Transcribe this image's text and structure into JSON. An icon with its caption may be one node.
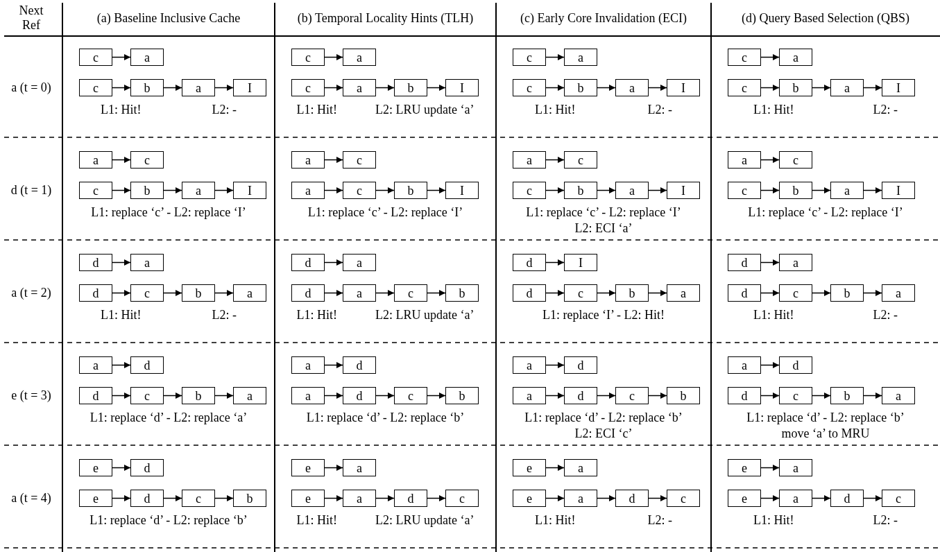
{
  "diagram": {
    "nodes": [
      {
        "text": [
          "c"
        ]
      },
      {
        "text": [
          "a"
        ]
      },
      {
        "text": [
          "c"
        ]
      },
      {
        "text": [
          "b"
        ]
      },
      {
        "text": [
          "a"
        ]
      },
      {
        "text": [
          "I"
        ]
      },
      {
        "text": [
          "c"
        ]
      },
      {
        "text": [
          "a"
        ]
      },
      {
        "text": [
          "c"
        ]
      },
      {
        "text": [
          "a"
        ]
      },
      {
        "text": [
          "b"
        ]
      },
      {
        "text": [
          "I"
        ]
      },
      {
        "text": [
          "c"
        ]
      },
      {
        "text": [
          "a"
        ]
      },
      {
        "text": [
          "c"
        ]
      },
      {
        "text": [
          "b"
        ]
      },
      {
        "text": [
          "a"
        ]
      },
      {
        "text": [
          "I"
        ]
      },
      {
        "text": [
          "c"
        ]
      },
      {
        "text": [
          "a"
        ]
      },
      {
        "text": [
          "c"
        ]
      },
      {
        "text": [
          "b"
        ]
      },
      {
        "text": [
          "a"
        ]
      },
      {
        "text": [
          "I"
        ]
      },
      {
        "text": [
          "a"
        ]
      },
      {
        "text": [
          "c"
        ]
      },
      {
        "text": [
          "c"
        ]
      },
      {
        "text": [
          "b"
        ]
      },
      {
        "text": [
          "a"
        ]
      },
      {
        "text": [
          "I"
        ]
      },
      {
        "text": [
          "a"
        ]
      },
      {
        "text": [
          "c"
        ]
      },
      {
        "text": [
          "a"
        ]
      },
      {
        "text": [
          "c"
        ]
      },
      {
        "text": [
          "b"
        ]
      },
      {
        "text": [
          "I"
        ]
      },
      {
        "text": [
          "a"
        ]
      },
      {
        "text": [
          "c"
        ]
      },
      {
        "text": [
          "c"
        ]
      },
      {
        "text": [
          "b"
        ]
      },
      {
        "text": [
          "a"
        ]
      },
      {
        "text": [
          "I"
        ]
      },
      {
        "text": [
          "a"
        ]
      },
      {
        "text": [
          "c"
        ]
      },
      {
        "text": [
          "c"
        ]
      },
      {
        "text": [
          "b"
        ]
      },
      {
        "text": [
          "a"
        ]
      },
      {
        "text": [
          "I"
        ]
      },
      {
        "text": [
          "d"
        ]
      },
      {
        "text": [
          "a"
        ]
      },
      {
        "text": [
          "d"
        ]
      },
      {
        "text": [
          "c"
        ]
      },
      {
        "text": [
          "b"
        ]
      },
      {
        "text": [
          "a"
        ]
      },
      {
        "text": [
          "d"
        ]
      },
      {
        "text": [
          "a"
        ]
      },
      {
        "text": [
          "d"
        ]
      },
      {
        "text": [
          "a"
        ]
      },
      {
        "text": [
          "c"
        ]
      },
      {
        "text": [
          "b"
        ]
      },
      {
        "text": [
          "d"
        ]
      },
      {
        "text": [
          "I"
        ]
      },
      {
        "text": [
          "d"
        ]
      },
      {
        "text": [
          "c"
        ]
      },
      {
        "text": [
          "b"
        ]
      },
      {
        "text": [
          "a"
        ]
      },
      {
        "text": [
          "d"
        ]
      },
      {
        "text": [
          "a"
        ]
      },
      {
        "text": [
          "d"
        ]
      },
      {
        "text": [
          "c"
        ]
      },
      {
        "text": [
          "b"
        ]
      },
      {
        "text": [
          "a"
        ]
      },
      {
        "text": [
          "a"
        ]
      },
      {
        "text": [
          "d"
        ]
      },
      {
        "text": [
          "d"
        ]
      },
      {
        "text": [
          "c"
        ]
      },
      {
        "text": [
          "b"
        ]
      },
      {
        "text": [
          "a"
        ]
      },
      {
        "text": [
          "a"
        ]
      },
      {
        "text": [
          "d"
        ]
      },
      {
        "text": [
          "a"
        ]
      },
      {
        "text": [
          "d"
        ]
      },
      {
        "text": [
          "c"
        ]
      },
      {
        "text": [
          "b"
        ]
      },
      {
        "text": [
          "a"
        ]
      },
      {
        "text": [
          "d"
        ]
      },
      {
        "text": [
          "a"
        ]
      },
      {
        "text": [
          "d"
        ]
      },
      {
        "text": [
          "c"
        ]
      },
      {
        "text": [
          "b"
        ]
      },
      {
        "text": [
          "a"
        ]
      },
      {
        "text": [
          "d"
        ]
      },
      {
        "text": [
          "d"
        ]
      },
      {
        "text": [
          "c"
        ]
      },
      {
        "text": [
          "b"
        ]
      },
      {
        "text": [
          "a"
        ]
      },
      {
        "text": [
          "e"
        ]
      },
      {
        "text": [
          "d"
        ]
      },
      {
        "text": [
          "e"
        ]
      },
      {
        "text": [
          "d"
        ]
      },
      {
        "text": [
          "c"
        ]
      },
      {
        "text": [
          "b"
        ]
      },
      {
        "text": [
          "e"
        ]
      },
      {
        "text": [
          "a"
        ]
      },
      {
        "text": [
          "e"
        ]
      },
      {
        "text": [
          "a"
        ]
      },
      {
        "text": [
          "d"
        ]
      },
      {
        "text": [
          "c"
        ]
      },
      {
        "text": [
          "e"
        ]
      },
      {
        "text": [
          "a"
        ]
      },
      {
        "text": [
          "e"
        ]
      },
      {
        "text": [
          "a"
        ]
      },
      {
        "text": [
          "d"
        ]
      },
      {
        "text": [
          "c"
        ]
      },
      {
        "text": [
          "e"
        ]
      },
      {
        "text": [
          "a"
        ]
      },
      {
        "text": [
          "e"
        ]
      },
      {
        "text": [
          "a"
        ]
      },
      {
        "text": [
          "d"
        ]
      },
      {
        "text": [
          "c"
        ]
      }
    ],
    "edges": [
      {
        "from": 0,
        "to": 1,
        "arrow": "to"
      },
      {
        "from": 2,
        "to": 3,
        "arrow": "to"
      },
      {
        "from": 3,
        "to": 4,
        "arrow": "to"
      },
      {
        "from": 4,
        "to": 5,
        "arrow": "to"
      },
      {
        "from": 6,
        "to": 7,
        "arrow": "to"
      },
      {
        "from": 8,
        "to": 9,
        "arrow": "to"
      },
      {
        "from": 9,
        "to": 10,
        "arrow": "to"
      },
      {
        "from": 10,
        "to": 11,
        "arrow": "to"
      },
      {
        "from": 12,
        "to": 13,
        "arrow": "to"
      },
      {
        "from": 14,
        "to": 15,
        "arrow": "to"
      },
      {
        "from": 15,
        "to": 16,
        "arrow": "to"
      },
      {
        "from": 16,
        "to": 17,
        "arrow": "to"
      },
      {
        "from": 18,
        "to": 19,
        "arrow": "to"
      },
      {
        "from": 20,
        "to": 21,
        "arrow": "to"
      },
      {
        "from": 21,
        "to": 22,
        "arrow": "to"
      },
      {
        "from": 22,
        "to": 23,
        "arrow": "to"
      },
      {
        "from": 24,
        "to": 25,
        "arrow": "to"
      },
      {
        "from": 26,
        "to": 27,
        "arrow": "to"
      },
      {
        "from": 27,
        "to": 28,
        "arrow": "to"
      },
      {
        "from": 28,
        "to": 29,
        "arrow": "to"
      },
      {
        "from": 30,
        "to": 31,
        "arrow": "to"
      },
      {
        "from": 32,
        "to": 33,
        "arrow": "to"
      },
      {
        "from": 33,
        "to": 34,
        "arrow": "to"
      },
      {
        "from": 34,
        "to": 35,
        "arrow": "to"
      },
      {
        "from": 36,
        "to": 37,
        "arrow": "to"
      },
      {
        "from": 38,
        "to": 39,
        "arrow": "to"
      },
      {
        "from": 39,
        "to": 40,
        "arrow": "to"
      },
      {
        "from": 40,
        "to": 41,
        "arrow": "to"
      },
      {
        "from": 42,
        "to": 43,
        "arrow": "to"
      },
      {
        "from": 44,
        "to": 45,
        "arrow": "to"
      },
      {
        "from": 45,
        "to": 46,
        "arrow": "to"
      },
      {
        "from": 46,
        "to": 47,
        "arrow": "to"
      },
      {
        "from": 48,
        "to": 49,
        "arrow": "to"
      },
      {
        "from": 50,
        "to": 51,
        "arrow": "to"
      },
      {
        "from": 51,
        "to": 52,
        "arrow": "to"
      },
      {
        "from": 52,
        "to": 53,
        "arrow": "to"
      },
      {
        "from": 54,
        "to": 55,
        "arrow": "to"
      },
      {
        "from": 56,
        "to": 57,
        "arrow": "to"
      },
      {
        "from": 57,
        "to": 58,
        "arrow": "to"
      },
      {
        "from": 58,
        "to": 59,
        "arrow": "to"
      },
      {
        "from": 60,
        "to": 61,
        "arrow": "to"
      },
      {
        "from": 62,
        "to": 63,
        "arrow": "to"
      },
      {
        "from": 63,
        "to": 64,
        "arrow": "to"
      },
      {
        "from": 64,
        "to": 65,
        "arrow": "to"
      },
      {
        "from": 66,
        "to": 67,
        "arrow": "to"
      },
      {
        "from": 68,
        "to": 69,
        "arrow": "to"
      },
      {
        "from": 69,
        "to": 70,
        "arrow": "to"
      },
      {
        "from": 70,
        "to": 71,
        "arrow": "to"
      },
      {
        "from": 72,
        "to": 73,
        "arrow": "to"
      },
      {
        "from": 74,
        "to": 75,
        "arrow": "to"
      },
      {
        "from": 75,
        "to": 76,
        "arrow": "to"
      },
      {
        "from": 76,
        "to": 77,
        "arrow": "to"
      },
      {
        "from": 78,
        "to": 79,
        "arrow": "to"
      },
      {
        "from": 80,
        "to": 81,
        "arrow": "to"
      },
      {
        "from": 81,
        "to": 82,
        "arrow": "to"
      },
      {
        "from": 82,
        "to": 83,
        "arrow": "to"
      },
      {
        "from": 84,
        "to": 85,
        "arrow": "to"
      },
      {
        "from": 86,
        "to": 87,
        "arrow": "to"
      },
      {
        "from": 87,
        "to": 88,
        "arrow": "to"
      },
      {
        "from": 88,
        "to": 89,
        "arrow": "to"
      },
      {
        "from": 90,
        "to": 91,
        "arrow": "to"
      },
      {
        "from": 92,
        "to": 93,
        "arrow": "to"
      },
      {
        "from": 93,
        "to": 94,
        "arrow": "to"
      },
      {
        "from": 94,
        "to": 95,
        "arrow": "to"
      },
      {
        "from": 96,
        "to": 97,
        "arrow": "to"
      },
      {
        "from": 98,
        "to": 99,
        "arrow": "to"
      },
      {
        "from": 99,
        "to": 100,
        "arrow": "to"
      },
      {
        "from": 100,
        "to": 101,
        "arrow": "to"
      },
      {
        "from": 102,
        "to": 103,
        "arrow": "to"
      },
      {
        "from": 104,
        "to": 105,
        "arrow": "to"
      },
      {
        "from": 105,
        "to": 106,
        "arrow": "to"
      },
      {
        "from": 106,
        "to": 107,
        "arrow": "to"
      },
      {
        "from": 108,
        "to": 109,
        "arrow": "to"
      },
      {
        "from": 110,
        "to": 111,
        "arrow": "to"
      },
      {
        "from": 111,
        "to": 112,
        "arrow": "to"
      },
      {
        "from": 112,
        "to": 113,
        "arrow": "to"
      },
      {
        "from": 114,
        "to": 115,
        "arrow": "to"
      },
      {
        "from": 116,
        "to": 117,
        "arrow": "to"
      },
      {
        "from": 117,
        "to": 118,
        "arrow": "to"
      },
      {
        "from": 118,
        "to": 119,
        "arrow": "to"
      }
    ],
    "labels": [
      "Next Ref",
      "(a) Baseline Inclusive Cache",
      "(b) Temporal Locality Hints (TLH)",
      "(c) Early Core Invalidation (ECI)",
      "(d) Query Based Selection (QBS)",
      "a (t = 0)",
      "L1: Hit!",
      "L2: -",
      "L1: Hit!",
      "L2: LRU update ‘a’",
      "L1: Hit!",
      "L2: -",
      "L1: Hit!",
      "L2: -",
      "d (t = 1)",
      "L1: replace ‘c’ - L2: replace ‘I’",
      "L1: replace ‘c’ - L2: replace ‘I’",
      "L1: replace ‘c’ - L2: replace ‘I’",
      "L2: ECI ‘a’",
      "L1: replace ‘c’ - L2: replace ‘I’",
      "a (t = 2)",
      "L1: Hit!",
      "L2: -",
      "L1: Hit!",
      "L2: LRU update ‘a’",
      "L1: replace ‘I’ - L2: Hit!",
      "L1: Hit!",
      "L2: -",
      "e (t = 3)",
      "L1: replace ‘d’ - L2: replace ‘a’",
      "L1: replace ‘d’ - L2: replace ‘b’",
      "L1: replace ‘d’ - L2: replace ‘b’",
      "L2: ECI ‘c’",
      "L1: replace ‘d’ - L2: replace ‘b’",
      "move ‘a’ to MRU",
      "a (t = 4)",
      "L1: replace ‘d’ - L2: replace ‘b’",
      "L1: Hit!",
      "L2: LRU update ‘a’",
      "L1: Hit!",
      "L2: -",
      "L1: Hit!",
      "L2: -"
    ]
  }
}
